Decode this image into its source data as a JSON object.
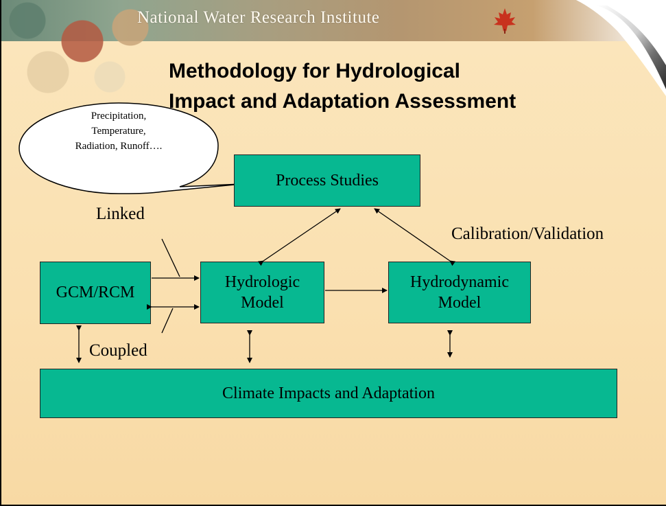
{
  "header": {
    "institute_name": "National Water Research Institute",
    "logo_icon": "maple-leaf-icon"
  },
  "slide": {
    "title_line1": "Methodology for Hydrological",
    "title_line2": "Impact and Adaptation Assessment"
  },
  "callout": {
    "line1": "Precipitation,",
    "line2": "Temperature,",
    "line3": "Radiation, Runoff…."
  },
  "diagram": {
    "process_studies": "Process Studies",
    "gcm_rcm": "GCM/RCM",
    "hydrologic_line1": "Hydrologic",
    "hydrologic_line2": "Model",
    "hydrodynamic_line1": "Hydrodynamic",
    "hydrodynamic_line2": "Model",
    "climate_impacts": "Climate  Impacts and Adaptation",
    "linked_label": "Linked",
    "coupled_label": "Coupled",
    "calibration_label": "Calibration/Validation"
  },
  "colors": {
    "box_fill": "#07b891",
    "background": "#fbe6bd",
    "maple_leaf": "#c8321e"
  }
}
